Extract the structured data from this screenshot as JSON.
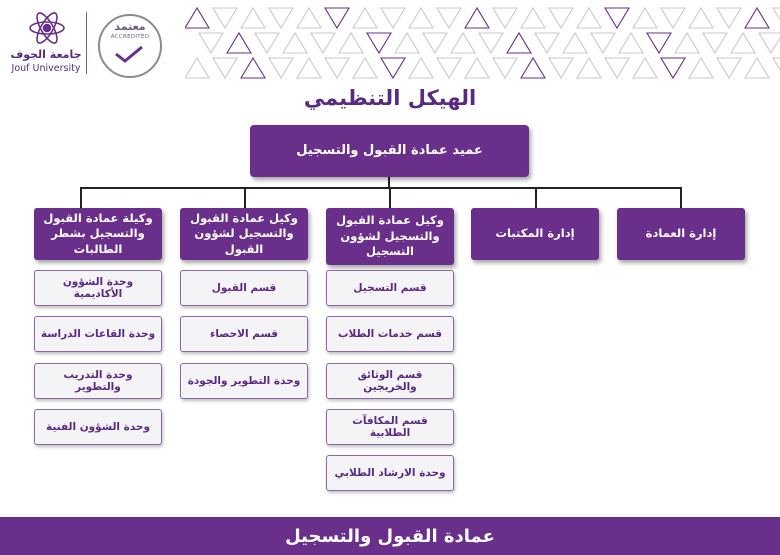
{
  "header": {
    "logo_arabic": "جامعة الجوف",
    "logo_english": "Jouf University",
    "seal_arabic": "معتمد",
    "seal_english": "ACCREDITED",
    "title": "الهيكل التنظيمي"
  },
  "top_box": "عميد عمادة القبول والتسجيل",
  "branches": [
    {
      "label": "إدارة العمادة",
      "units": []
    },
    {
      "label": "إدارة المكتبات",
      "units": []
    },
    {
      "label": "وكيل عمادة القبول والتسجيل لشؤون التسجيل",
      "units": [
        "قسم التسجيل",
        "قسم خدمات الطلاب",
        "قسم الوثائق والخريجين",
        "قسم المكافآت الطلابية",
        "وحدة الارشاد الطلابي"
      ]
    },
    {
      "label": "وكيل عمادة القبول والتسجيل لشؤون القبول",
      "units": [
        "قسم القبول",
        "قسم الاحصاء",
        "وحدة التطوير والجودة"
      ]
    },
    {
      "label": "وكيلة عمادة القبول والتسجيل بشطر الطالبات",
      "units": [
        "وحدة الشؤون الأكاديمية",
        "وحدة القاعات الدراسة",
        "وحدة التدريب والتطوير",
        "وحدة الشؤون الفنية"
      ]
    }
  ],
  "footer": "عمادة القبول والتسجيل",
  "colors": {
    "primary": "#6a2f8a",
    "unit_bg": "#f4f3f6",
    "unit_text": "#5a2a82"
  }
}
